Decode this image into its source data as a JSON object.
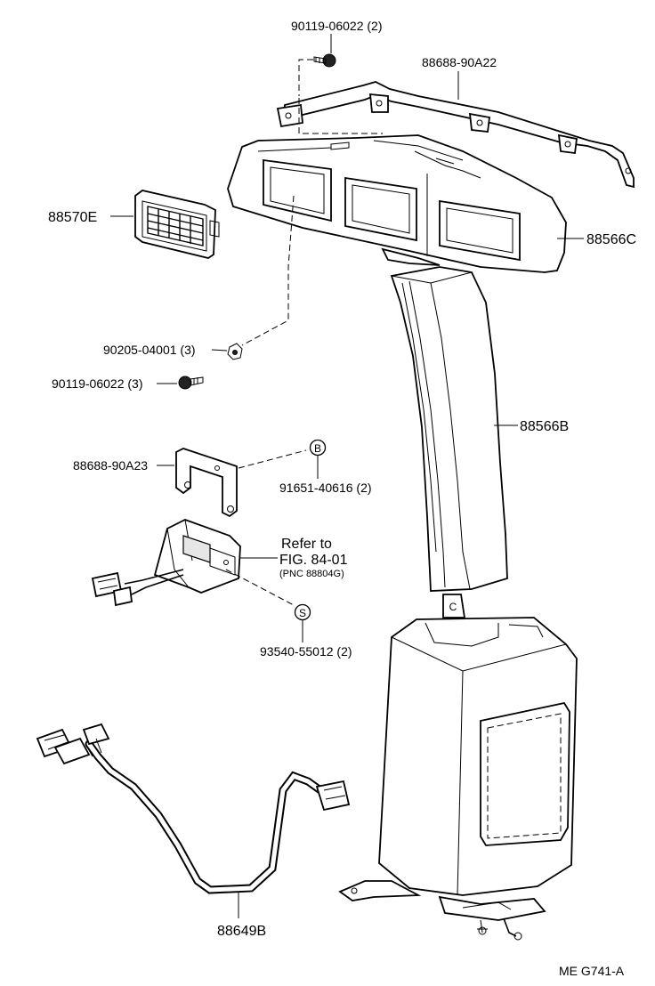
{
  "labels": {
    "screw_top": "90119-06022 (2)",
    "bracket_top": "88688-90A22",
    "grille": "88570E",
    "bezel": "88566C",
    "nut": "90205-04001 (3)",
    "screw_mid": "90119-06022 (3)",
    "duct": "88566B",
    "bracket_mid": "88688-90A23",
    "bolt_b": "91651-40616 (2)",
    "refer_line1": "Refer to",
    "refer_line2": "FIG. 84-01",
    "refer_line3": "(PNC 88804G)",
    "screw_s": "93540-55012 (2)",
    "harness": "88649B",
    "callout_b": "B",
    "callout_s": "S",
    "callout_c": "C",
    "figure_code": "ME  G741-A"
  }
}
